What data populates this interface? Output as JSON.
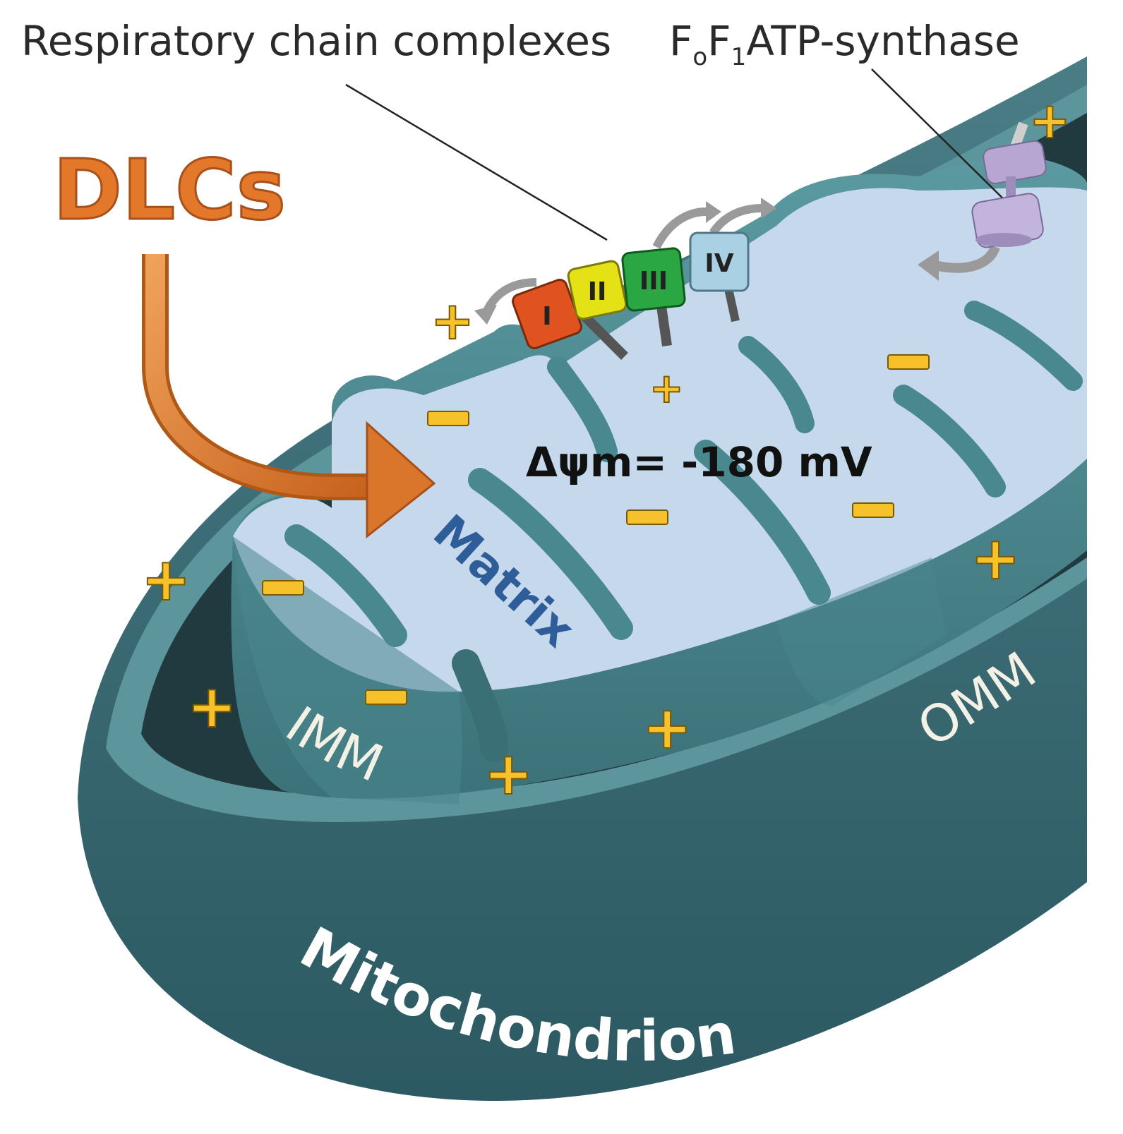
{
  "labels": {
    "respiratory_chain": "Respiratory chain complexes",
    "atp_synthase_f": "F",
    "atp_synthase_o": "o",
    "atp_synthase_f2": "F",
    "atp_synthase_1": "1",
    "atp_synthase_rest": "ATP-synthase",
    "dlcs": "DLCs",
    "potential": "Δψm= -180 mV",
    "matrix": "Matrix",
    "imm": "IMM",
    "omm": "OMM",
    "mitochondrion": "Mitochondrion"
  },
  "complexes": [
    {
      "label": "I",
      "color": "#e0521f"
    },
    {
      "label": "II",
      "color": "#e4e117"
    },
    {
      "label": "III",
      "color": "#2aa743"
    },
    {
      "label": "IV",
      "color": "#a9d1e3"
    }
  ],
  "charges": {
    "plus": "+",
    "minus": "−",
    "color": "#f6c12a"
  },
  "colors": {
    "outer_membrane": "#3f6f78",
    "outer_rim": "#5c969c",
    "intermembrane_space": "#213a40",
    "inner_membrane": "#4d8a92",
    "matrix_fill": "#c5d8ec",
    "dlc_arrow": "#d9762b",
    "atp_synthase": "#b7a6d2"
  }
}
